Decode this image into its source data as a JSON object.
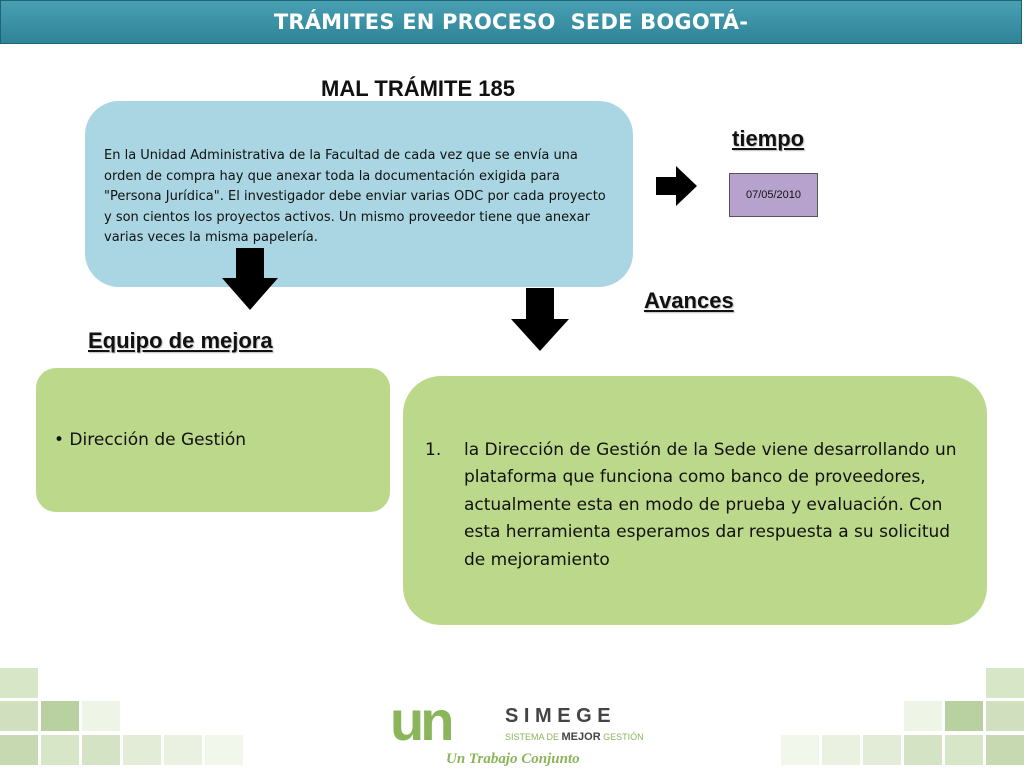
{
  "slide": {
    "title": "TRÁMITES EN PROCESO  SEDE BOGOTÁ-",
    "subtitle": "MAL TRÁMITE 185",
    "problem_text": "En la Unidad Administrativa de la Facultad de cada vez que se envía una orden de compra hay que anexar toda la documentación exigida para \"Persona Jurídica\". El investigador debe enviar varias ODC por cada proyecto y son cientos los proyectos activos. Un mismo proveedor tiene que anexar varias veces la misma papelería.",
    "tiempo_label": "tiempo",
    "date": "07/05/2010",
    "avances_label": "Avances",
    "equipo_label": "Equipo de mejora",
    "team_item": "• Dirección de Gestión",
    "advance_number": "1.",
    "advance_text": "la Dirección de Gestión de la Sede   viene desarrollando un plataforma que funciona como banco de proveedores, actualmente esta en modo de prueba y evaluación. Con esta herramienta esperamos dar respuesta a su solicitud de mejoramiento"
  },
  "footer": {
    "logo_letters": "un",
    "brand": "S I M E G E",
    "tagline_pre": "SISTEMA DE ",
    "tagline_strong": "MEJOR",
    "tagline_post": " GESTIÓN",
    "slogan": "Un Trabajo Conjunto"
  },
  "colors": {
    "title_bar": "#3a92a5",
    "problem_box": "#a9d6e2",
    "green_box": "#bcd88a",
    "date_box": "#b7a2cd",
    "logo_green": "#8bb55a"
  }
}
